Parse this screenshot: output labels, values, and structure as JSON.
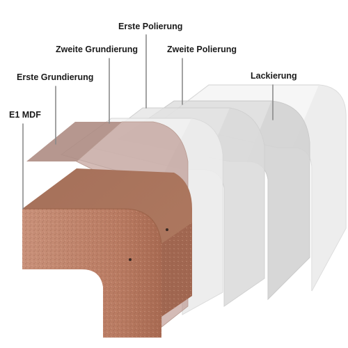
{
  "diagram": {
    "layers": [
      {
        "key": "mdf",
        "label": "E1 MDF",
        "color": "#c08a6c"
      },
      {
        "key": "primer1",
        "label": "Erste Grundierung",
        "color": "#a8857a"
      },
      {
        "key": "primer2",
        "label": "Zweite Grundierung",
        "color": "#f2f2f2"
      },
      {
        "key": "polish1",
        "label": "Erste Polierung",
        "color": "#e6e6e6"
      },
      {
        "key": "polish2",
        "label": "Zweite Polierung",
        "color": "#d9d9d9"
      },
      {
        "key": "lacquer",
        "label": "Lackierung",
        "color": "#f7f7f7"
      }
    ]
  }
}
